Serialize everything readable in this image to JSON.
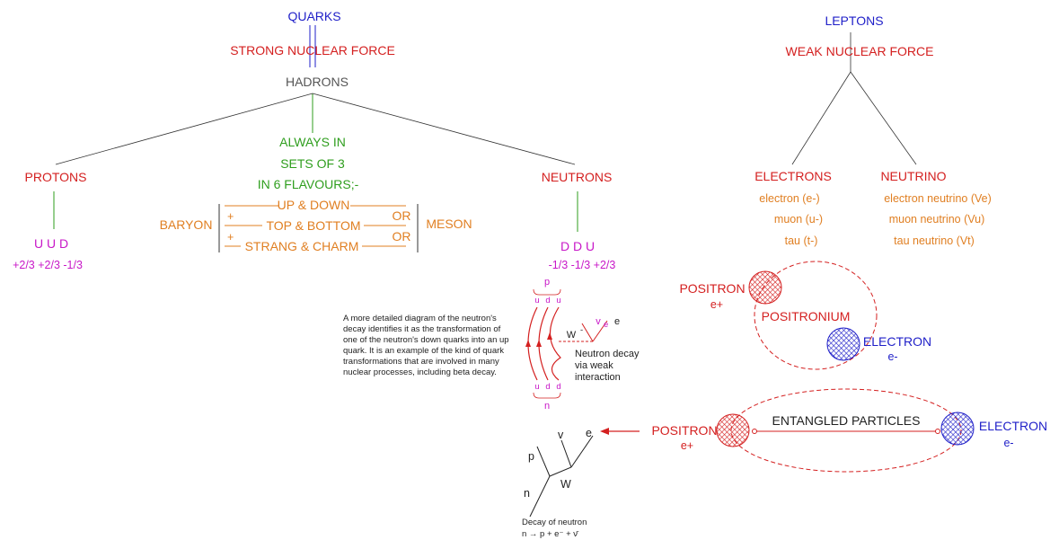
{
  "quarks": "QUARKS",
  "strong_force": "STRONG NUCLEAR FORCE",
  "hadrons": "HADRONS",
  "leptons": "LEPTONS",
  "weak_force": "WEAK NUCLEAR FORCE",
  "always_in": [
    "ALWAYS IN",
    "SETS OF 3",
    "IN 6 FLAVOURS;-"
  ],
  "protons": "PROTONS",
  "proton_quarks": "U U D",
  "proton_charges": "+2/3 +2/3 -1/3",
  "neutrons": "NEUTRONS",
  "neutron_quarks": "D D U",
  "neutron_charges": "-1/3 -1/3 +2/3",
  "baryon": "BARYON",
  "meson": "MESON",
  "flavours": [
    "UP & DOWN",
    "TOP & BOTTOM",
    "STRANG & CHARM"
  ],
  "plus_sign": "+",
  "or_label": "OR",
  "electrons": "ELECTRONS",
  "electron_list": [
    "electron (e-)",
    "muon (u-)",
    "tau (t-)"
  ],
  "neutrino": "NEUTRINO",
  "neutrino_list": [
    "electron neutrino (Ve)",
    "muon neutrino (Vu)",
    "tau neutrino (Vt)"
  ],
  "positron": "POSITRON",
  "e_plus": "e+",
  "positronium": "POSITRONIUM",
  "electron": "ELECTRON",
  "e_minus": "e-",
  "entangled": "ENTANGLED PARTICLES",
  "description": [
    "A more detailed diagram of the neutron's",
    "decay identifies it as the transformation of",
    "one of the neutron's down quarks into an up",
    "quark. It is an example of the kind of quark",
    "transformations that are involved in many",
    "nuclear processes, including beta decay."
  ],
  "feynman_top": {
    "p": "p",
    "u1": "u",
    "d": "d",
    "u2": "u"
  },
  "feynman_bottom": {
    "u": "u",
    "d1": "d",
    "d2": "d",
    "n": "n"
  },
  "w_label": "W",
  "w_sup": "-",
  "nu_e": "v",
  "nu_sub": "e",
  "e_label": "e",
  "neutron_decay": [
    "Neutron decay",
    "via weak",
    "interaction"
  ],
  "small_diagram": {
    "p": "p",
    "n": "n",
    "nu": "v",
    "e": "e",
    "W": "W"
  },
  "decay_caption": "Decay of neutron",
  "decay_equation": "n → p + e⁻ + ν̄",
  "colors": {
    "blue": "#1f1fc8",
    "red": "#d42020",
    "green": "#2f9e1e",
    "orange": "#e07f22",
    "magenta": "#c818c8",
    "gray": "#555555"
  }
}
